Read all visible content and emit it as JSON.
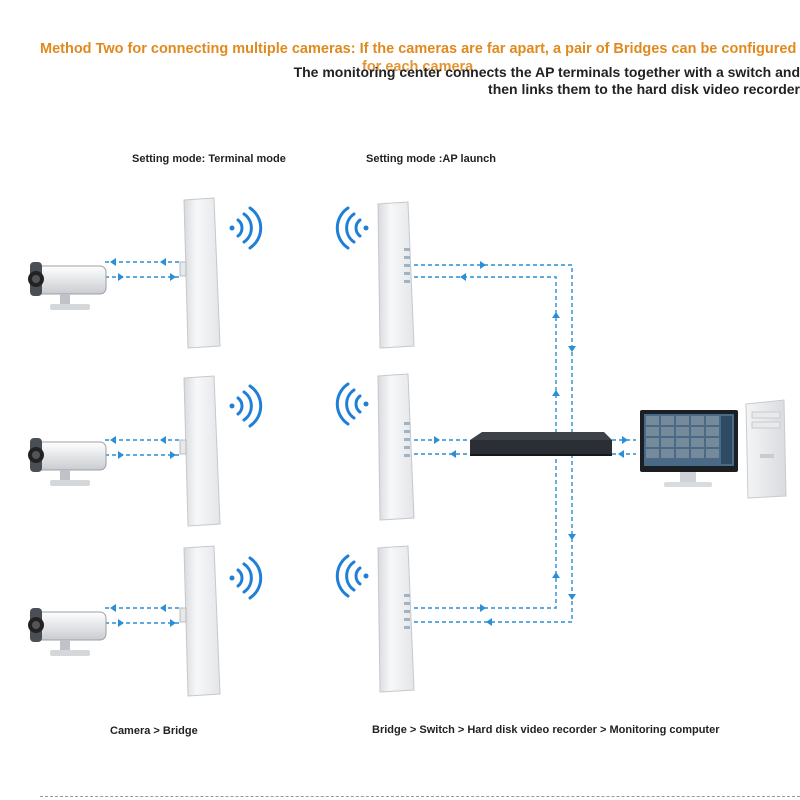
{
  "headline": {
    "line1": "Method Two for connecting multiple cameras: If the cameras are far apart, a pair of Bridges can be configured",
    "line2": "for each camera"
  },
  "subtitle": {
    "line1": "The monitoring center connects the AP terminals together with a switch and",
    "line2": "then links them to the hard disk video recorder"
  },
  "labels": {
    "terminal_mode": "Setting mode: Terminal mode",
    "ap_mode": "Setting mode :AP launch",
    "camera_bridge": "Camera > Bridge",
    "chain": "Bridge > Switch > Hard disk video recorder > Monitoring computer"
  },
  "colors": {
    "accent": "#e08a1e",
    "link": "#2a8fd6",
    "wifi": "#1f7fd8",
    "switch": "#2b2f35"
  }
}
